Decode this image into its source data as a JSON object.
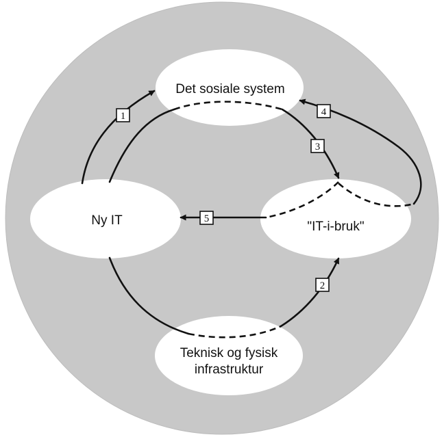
{
  "nodes": {
    "social_system": "Det sosiale system",
    "new_it": "Ny IT",
    "it_in_use": "\"IT-i-bruk\"",
    "infrastructure_line1": "Teknisk og fysisk",
    "infrastructure_line2": "infrastruktur"
  },
  "arrows": {
    "one": "1",
    "two": "2",
    "three": "3",
    "four": "4",
    "five": "5"
  },
  "colors": {
    "background_circle": "#c8c8c8",
    "node_fill": "#ffffff",
    "line": "#111111"
  }
}
